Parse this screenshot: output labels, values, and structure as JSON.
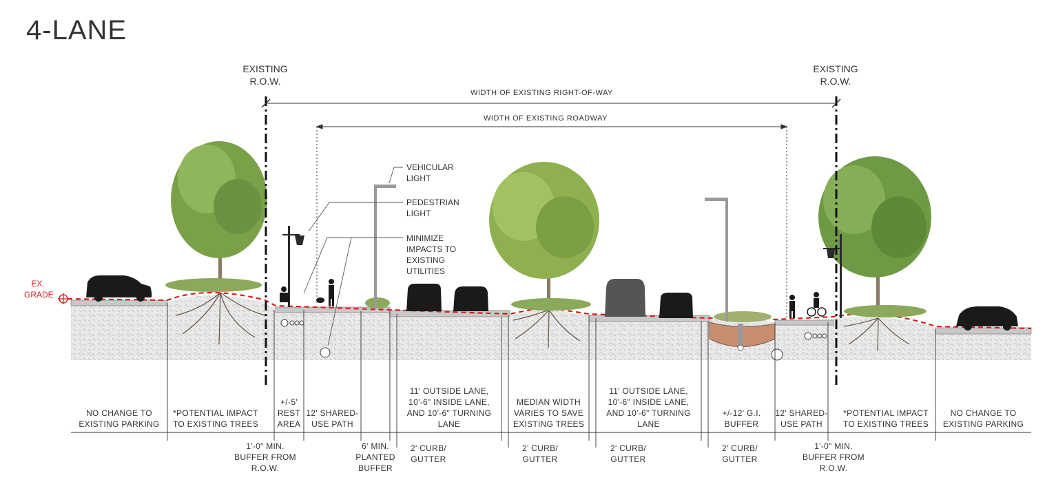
{
  "title": "4-LANE",
  "row_left": [
    "EXISTING",
    "R.O.W."
  ],
  "row_right": [
    "EXISTING",
    "R.O.W."
  ],
  "dim_row": "WIDTH OF EXISTING RIGHT-OF-WAY",
  "dim_road": "WIDTH OF EXISTING ROADWAY",
  "grade": [
    "EX.",
    "GRADE"
  ],
  "callouts": {
    "vehicular": [
      "VEHICULAR",
      "LIGHT"
    ],
    "pedestrian": [
      "PEDESTRIAN",
      "LIGHT"
    ],
    "utilities": [
      "MINIMIZE",
      "IMPACTS TO",
      "EXISTING",
      "UTILITIES"
    ]
  },
  "segments": [
    [
      "NO CHANGE TO",
      "EXISTING PARKING"
    ],
    [
      "*POTENTIAL IMPACT",
      "TO EXISTING TREES"
    ],
    [
      "+/-5'",
      "REST",
      "AREA"
    ],
    [
      "12' SHARED-",
      "USE PATH"
    ],
    [
      "11' OUTSIDE LANE,",
      "10'-6\" INSIDE LANE,",
      "AND 10'-6\" TURNING",
      "LANE"
    ],
    [
      "MEDIAN WIDTH",
      "VARIES TO SAVE",
      "EXISTING TREES"
    ],
    [
      "11' OUTSIDE LANE,",
      "10'-6\" INSIDE LANE,",
      "AND 10'-6\" TURNING",
      "LANE"
    ],
    [
      "+/-12' G.I.",
      "BUFFER"
    ],
    [
      "12' SHARED-",
      "USE PATH"
    ],
    [
      "*POTENTIAL IMPACT",
      "TO EXISTING TREES"
    ],
    [
      "NO CHANGE TO",
      "EXISTING PARKING"
    ]
  ],
  "lower_labels": [
    [
      "1'-0\" MIN.",
      "BUFFER FROM",
      "R.O.W."
    ],
    [
      "6' MIN.",
      "PLANTED",
      "BUFFER"
    ],
    [
      "2' CURB/",
      "GUTTER"
    ],
    [
      "2' CURB/",
      "GUTTER"
    ],
    [
      "2' CURB/",
      "GUTTER"
    ],
    [
      "2' CURB/",
      "GUTTER"
    ],
    [
      "1'-0\" MIN.",
      "BUFFER FROM",
      "R.O.W."
    ]
  ]
}
